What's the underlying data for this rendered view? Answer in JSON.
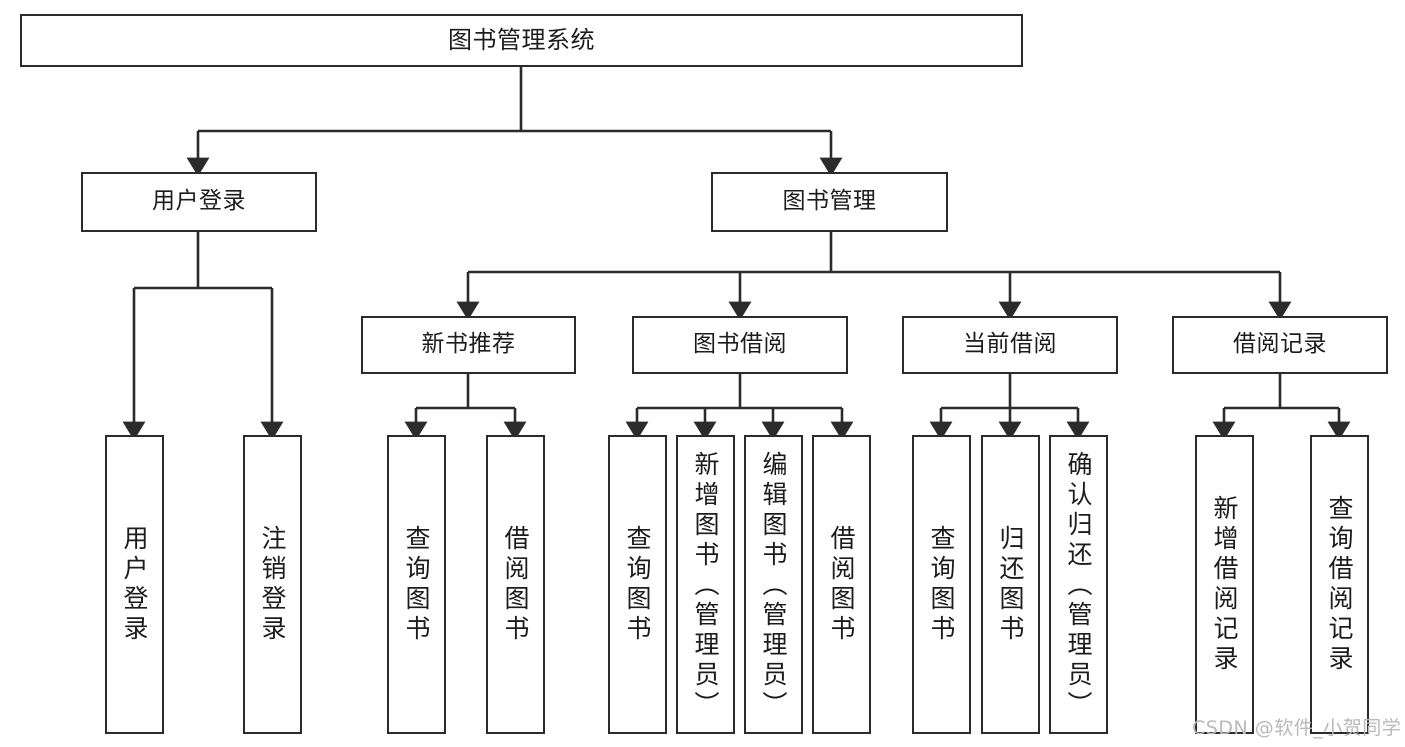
{
  "diagram": {
    "title": "图书管理系统",
    "type": "tree",
    "background_color": "#ffffff",
    "line_color": "#2b2b2b",
    "box_fill": "#ffffff",
    "text_color": "#1c1c1c"
  },
  "nodes": {
    "root": {
      "label": "图书管理系统",
      "level": 1,
      "orientation": "horizontal"
    },
    "l2": [
      {
        "label": "用户登录",
        "level": 2,
        "orientation": "horizontal"
      },
      {
        "label": "图书管理",
        "level": 2,
        "orientation": "horizontal"
      }
    ],
    "l3": [
      {
        "label": "新书推荐",
        "level": 3,
        "orientation": "horizontal"
      },
      {
        "label": "图书借阅",
        "level": 3,
        "orientation": "horizontal"
      },
      {
        "label": "当前借阅",
        "level": 3,
        "orientation": "horizontal"
      },
      {
        "label": "借阅记录",
        "level": 3,
        "orientation": "horizontal"
      }
    ],
    "leaves": {
      "user_login": [
        {
          "label": "用户登录",
          "orientation": "vertical"
        },
        {
          "label": "注销登录",
          "orientation": "vertical"
        }
      ],
      "new_book_recommend": [
        {
          "label": "查询图书",
          "orientation": "vertical"
        },
        {
          "label": "借阅图书",
          "orientation": "vertical"
        }
      ],
      "book_borrow": [
        {
          "label": "查询图书",
          "orientation": "vertical"
        },
        {
          "label": "新增图书（管理员）",
          "orientation": "vertical"
        },
        {
          "label": "编辑图书（管理员）",
          "orientation": "vertical"
        },
        {
          "label": "借阅图书",
          "orientation": "vertical"
        }
      ],
      "current_borrow": [
        {
          "label": "查询图书",
          "orientation": "vertical"
        },
        {
          "label": "归还图书",
          "orientation": "vertical"
        },
        {
          "label": "确认归还（管理员）",
          "orientation": "vertical"
        }
      ],
      "borrow_record": [
        {
          "label": "新增借阅记录",
          "orientation": "vertical"
        },
        {
          "label": "查询借阅记录",
          "orientation": "vertical"
        }
      ]
    }
  },
  "watermark": {
    "text": "CSDN @软件_小贺同学",
    "color": "#b9b9b9"
  }
}
